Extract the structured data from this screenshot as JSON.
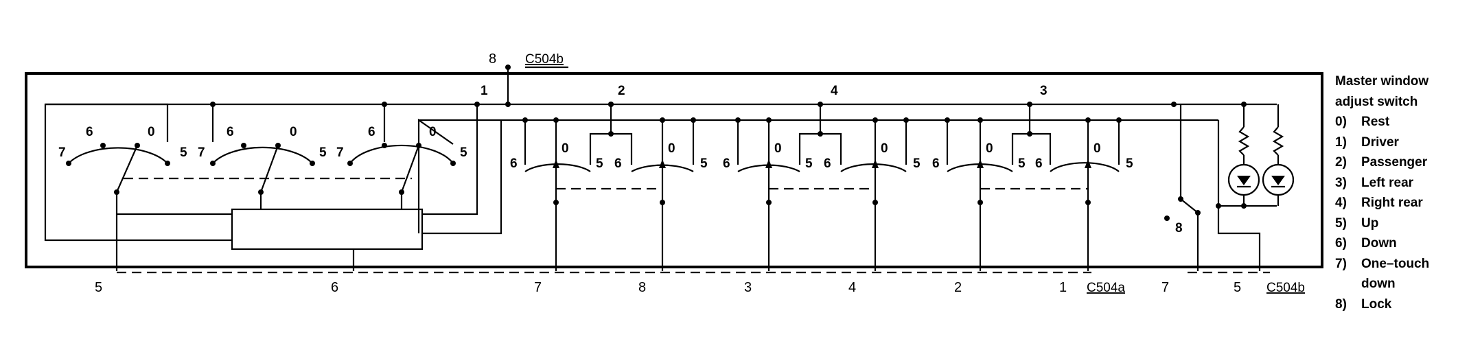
{
  "connectors": {
    "top": "C504b",
    "bottom_left": "C504a",
    "bottom_right": "C504b"
  },
  "top_pin": "8",
  "bus_labels": [
    "1",
    "2",
    "4",
    "3"
  ],
  "bottom_pins": [
    "5",
    "6",
    "7",
    "8",
    "3",
    "4",
    "2",
    "1",
    "7",
    "5"
  ],
  "contact_labels": {
    "rest": "0",
    "up": "5",
    "down": "6",
    "one_touch": "7",
    "lock": "8"
  },
  "legend": {
    "title_line1": "Master window",
    "title_line2": "adjust switch",
    "items": [
      {
        "num": "0)",
        "label": "Rest"
      },
      {
        "num": "1)",
        "label": "Driver"
      },
      {
        "num": "2)",
        "label": "Passenger"
      },
      {
        "num": "3)",
        "label": "Left rear"
      },
      {
        "num": "4)",
        "label": "Right rear"
      },
      {
        "num": "5)",
        "label": "Up"
      },
      {
        "num": "6)",
        "label": "Down"
      },
      {
        "num": "7)",
        "label": "One–touch"
      },
      {
        "num": "",
        "label": "down"
      },
      {
        "num": "8)",
        "label": "Lock"
      }
    ]
  }
}
